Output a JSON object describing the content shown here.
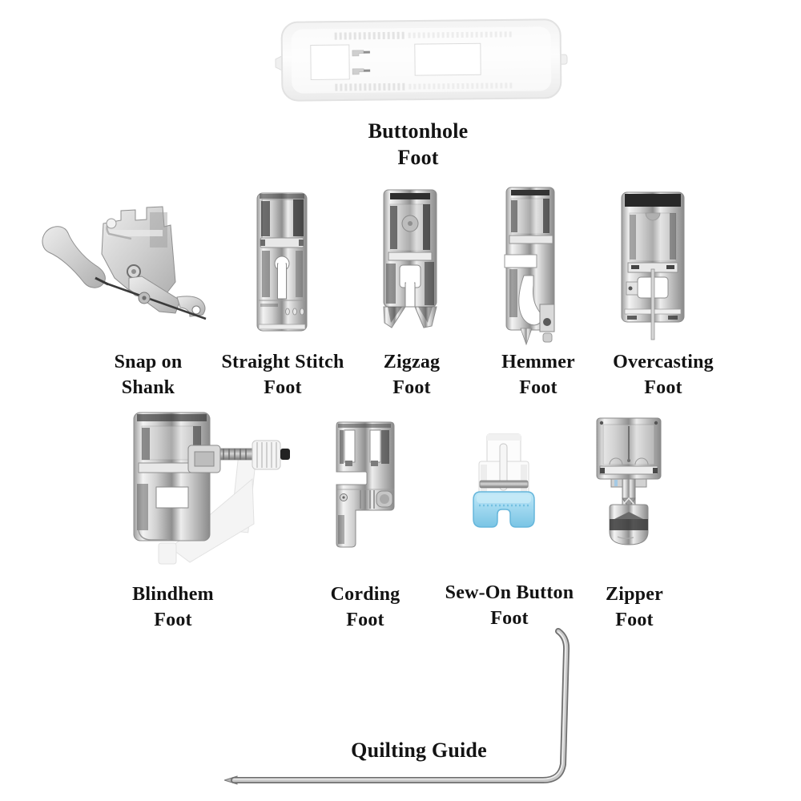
{
  "page": {
    "background": "#ffffff",
    "text_color": "#131313"
  },
  "items": {
    "buttonhole": {
      "line1": "Buttonhole",
      "line2": "Foot",
      "alt": "white translucent plastic buttonhole sliding foot"
    },
    "snap_shank": {
      "line1": "Snap on",
      "line2": "Shank",
      "alt": "metal snap-on shank adapter with lever"
    },
    "straight": {
      "line1": "Straight Stitch",
      "line2": "Foot",
      "alt": "chrome straight stitch presser foot"
    },
    "zigzag": {
      "line1": "Zigzag",
      "line2": "Foot",
      "alt": "chrome zigzag presser foot with split toes"
    },
    "hemmer": {
      "line1": "Hemmer",
      "line2": "Foot",
      "alt": "chrome narrow hemmer presser foot with curl"
    },
    "overcasting": {
      "line1": "Overcasting",
      "line2": "Foot",
      "alt": "chrome overcasting presser foot with guide pin"
    },
    "blindhem": {
      "line1": "Blindhem",
      "line2": "Foot",
      "alt": "adjustable blind hem foot with screw, white knurled knob and white plastic guide"
    },
    "cording": {
      "line1": "Cording",
      "line2": "Foot",
      "alt": "chrome cording presser foot"
    },
    "sew_on_button": {
      "line1": "Sew-On Button",
      "line2": "Foot",
      "alt": "clear button sewing foot with blue rubber base"
    },
    "zipper": {
      "line1": "Zipper",
      "line2": "Foot",
      "alt": "chrome zipper presser foot"
    },
    "quilting": {
      "line1": "Quilting Guide",
      "alt": "bent L-shaped metal quilting guide bar"
    }
  },
  "colors": {
    "chrome_light": "#f4f4f4",
    "chrome_mid": "#b4b4b4",
    "chrome_dark": "#3a3a3a",
    "plastic_white": "#f8f8f8",
    "blue_base": "#8fd4ef",
    "blue_edge": "#58b0d8",
    "label_text": "#131313"
  }
}
